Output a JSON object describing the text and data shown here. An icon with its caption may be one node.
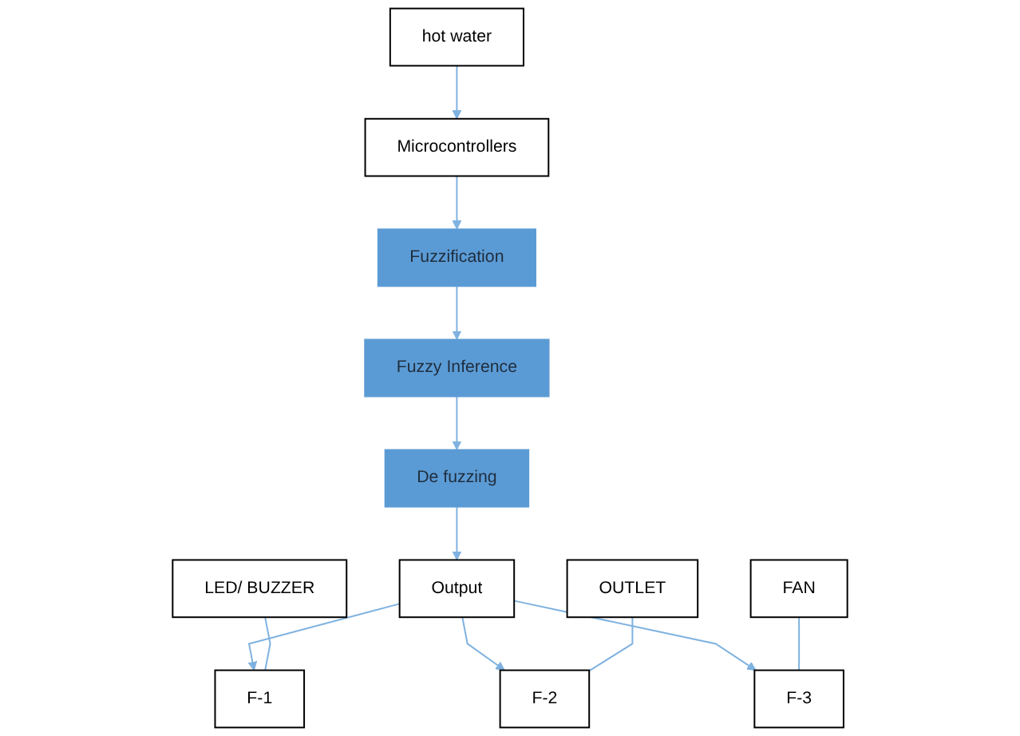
{
  "diagram": {
    "nodes": [
      {
        "text": [
          "hot water"
        ]
      },
      {
        "text": [
          "Microcontrollers"
        ]
      },
      {
        "text": [
          "Fuzzification"
        ]
      },
      {
        "text": [
          "LED/ BUZZER"
        ]
      },
      {
        "text": [
          "OUTLET"
        ]
      },
      {
        "text": [
          "FAN"
        ]
      },
      {
        "text": [
          "Fuzzy Inference"
        ]
      },
      {
        "text": [
          "F-1"
        ]
      },
      {
        "text": [
          "F-2"
        ]
      },
      {
        "text": [
          "F-3"
        ]
      },
      {
        "text": [
          "De fuzzing"
        ]
      },
      {
        "text": [
          "Output"
        ]
      }
    ],
    "edges": [
      {
        "from": 0,
        "to": 1,
        "arrow": "to"
      },
      {
        "from": 1,
        "to": 2,
        "arrow": "to"
      },
      {
        "from": 2,
        "to": 6,
        "arrow": "to"
      },
      {
        "from": 6,
        "to": 10,
        "arrow": "to"
      },
      {
        "from": 10,
        "to": 11,
        "arrow": "to"
      },
      {
        "from": 11,
        "to": 7,
        "arrow": "to"
      },
      {
        "from": 11,
        "to": 8,
        "arrow": "to"
      },
      {
        "from": 11,
        "to": 9,
        "arrow": "to"
      },
      {
        "from": 3,
        "to": 7,
        "arrow": "none"
      },
      {
        "from": 4,
        "to": 8,
        "arrow": "none"
      },
      {
        "from": 5,
        "to": 9,
        "arrow": "none"
      }
    ]
  }
}
